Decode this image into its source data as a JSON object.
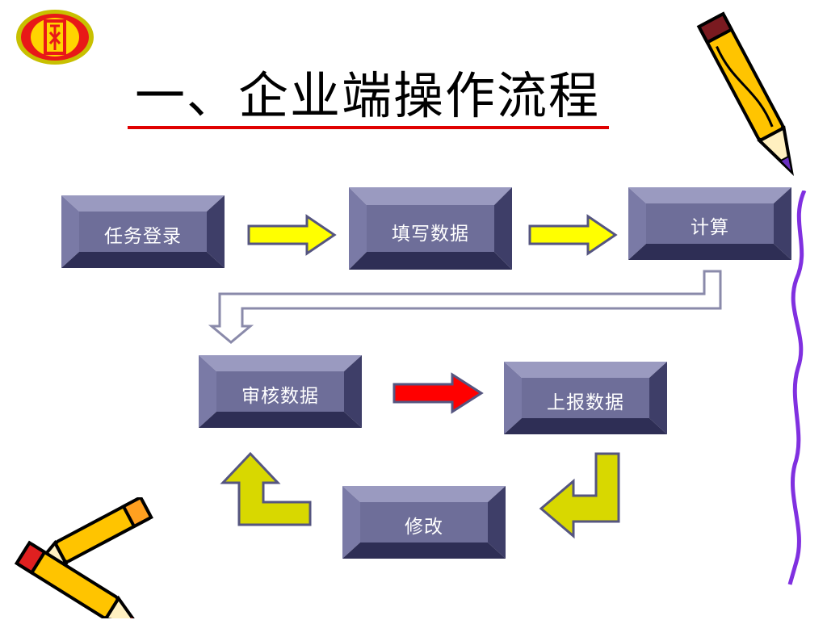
{
  "title": "一、企业端操作流程",
  "steps": {
    "login": "任务登录",
    "fill": "填写数据",
    "calc": "计算",
    "review": "审核数据",
    "report": "上报数据",
    "modify": "修改"
  },
  "colors": {
    "accent_line": "#e00000",
    "box_face": "#6e6e99",
    "arrow_yellow": "#ffff00",
    "arrow_red": "#ff0000"
  },
  "icons": [
    "tax-emblem-icon",
    "pencil-icon",
    "pencils-icon",
    "squiggle-line"
  ]
}
